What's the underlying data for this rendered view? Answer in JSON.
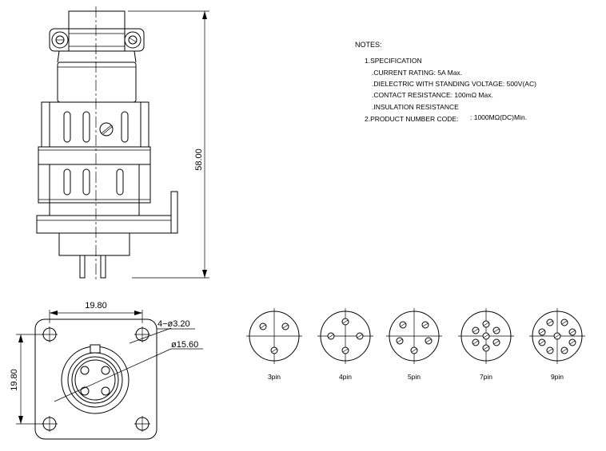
{
  "notes": {
    "heading": "NOTES:",
    "spec_title": "1.SPECIFICATION",
    "current_rating": ".CURRENT RATING: 5A Max.",
    "dielectric": ".DIELECTRIC WITH STANDING VOLTAGE: 500V(AC)",
    "contact_resistance": ".CONTACT RESISTANCE: 100mΩ Max.",
    "insulation_resistance": ".INSULATION RESISTANCE",
    "product_code_title": "2.PRODUCT NUMBER CODE:",
    "insulation_value": ": 1000MΩ(DC)Min."
  },
  "dimensions": {
    "height": "58.00",
    "width_top": "19.80",
    "width_side": "19.80",
    "hole": "4−ø3.20",
    "diameter": "ø15.60"
  },
  "pins": [
    {
      "label": "3pin"
    },
    {
      "label": "4pin"
    },
    {
      "label": "5pin"
    },
    {
      "label": "7pin"
    },
    {
      "label": "9pin"
    }
  ]
}
